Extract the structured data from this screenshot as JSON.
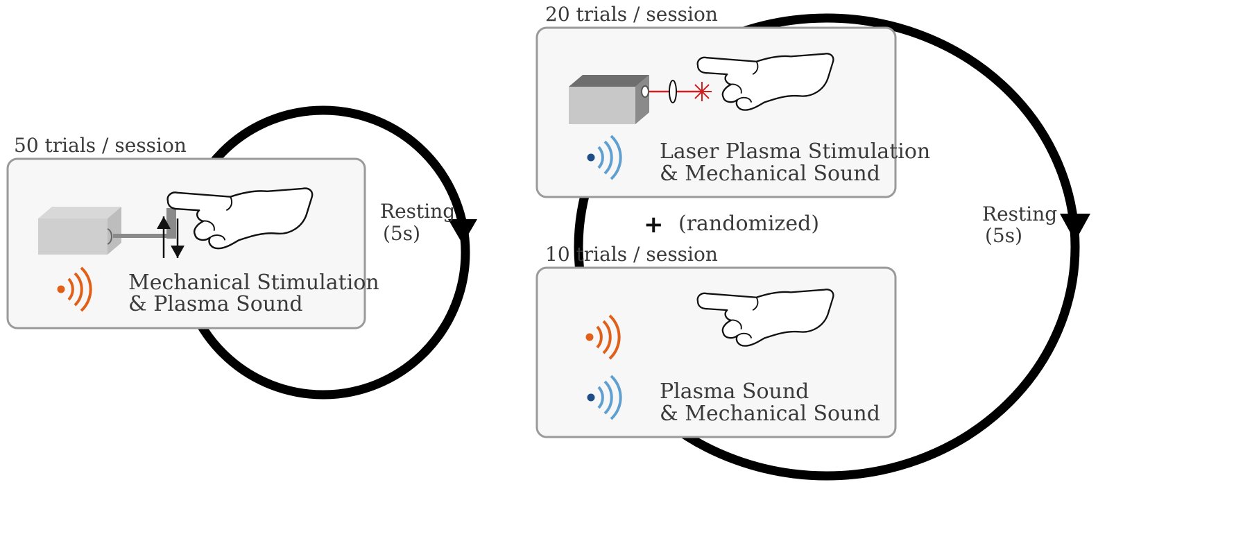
{
  "left_panel": {
    "trials": "50 trials / session",
    "line1": "Mechanical Stimulation",
    "line2": "& Plasma Sound",
    "resting_label": "Resting",
    "resting_duration": "(5s)"
  },
  "right_top_panel": {
    "trials": "20 trials / session",
    "line1": "Laser Plasma Stimulation",
    "line2": "& Mechanical Sound"
  },
  "combiner": {
    "plus": "+",
    "note": "(randomized)"
  },
  "right_bottom_panel": {
    "trials": "10 trials / session",
    "line1": "Plasma Sound",
    "line2": "& Mechanical Sound"
  },
  "right_cycle": {
    "resting_label": "Resting",
    "resting_duration": "(5s)"
  },
  "colors": {
    "plasma_sound": "#e0601a",
    "mechanical_sound_dot": "#1f4e86",
    "mechanical_sound_waves": "#5fa0d0",
    "laser": "#d02020",
    "panel_border": "#9a9a9a",
    "cycle_arrow": "#000000"
  }
}
